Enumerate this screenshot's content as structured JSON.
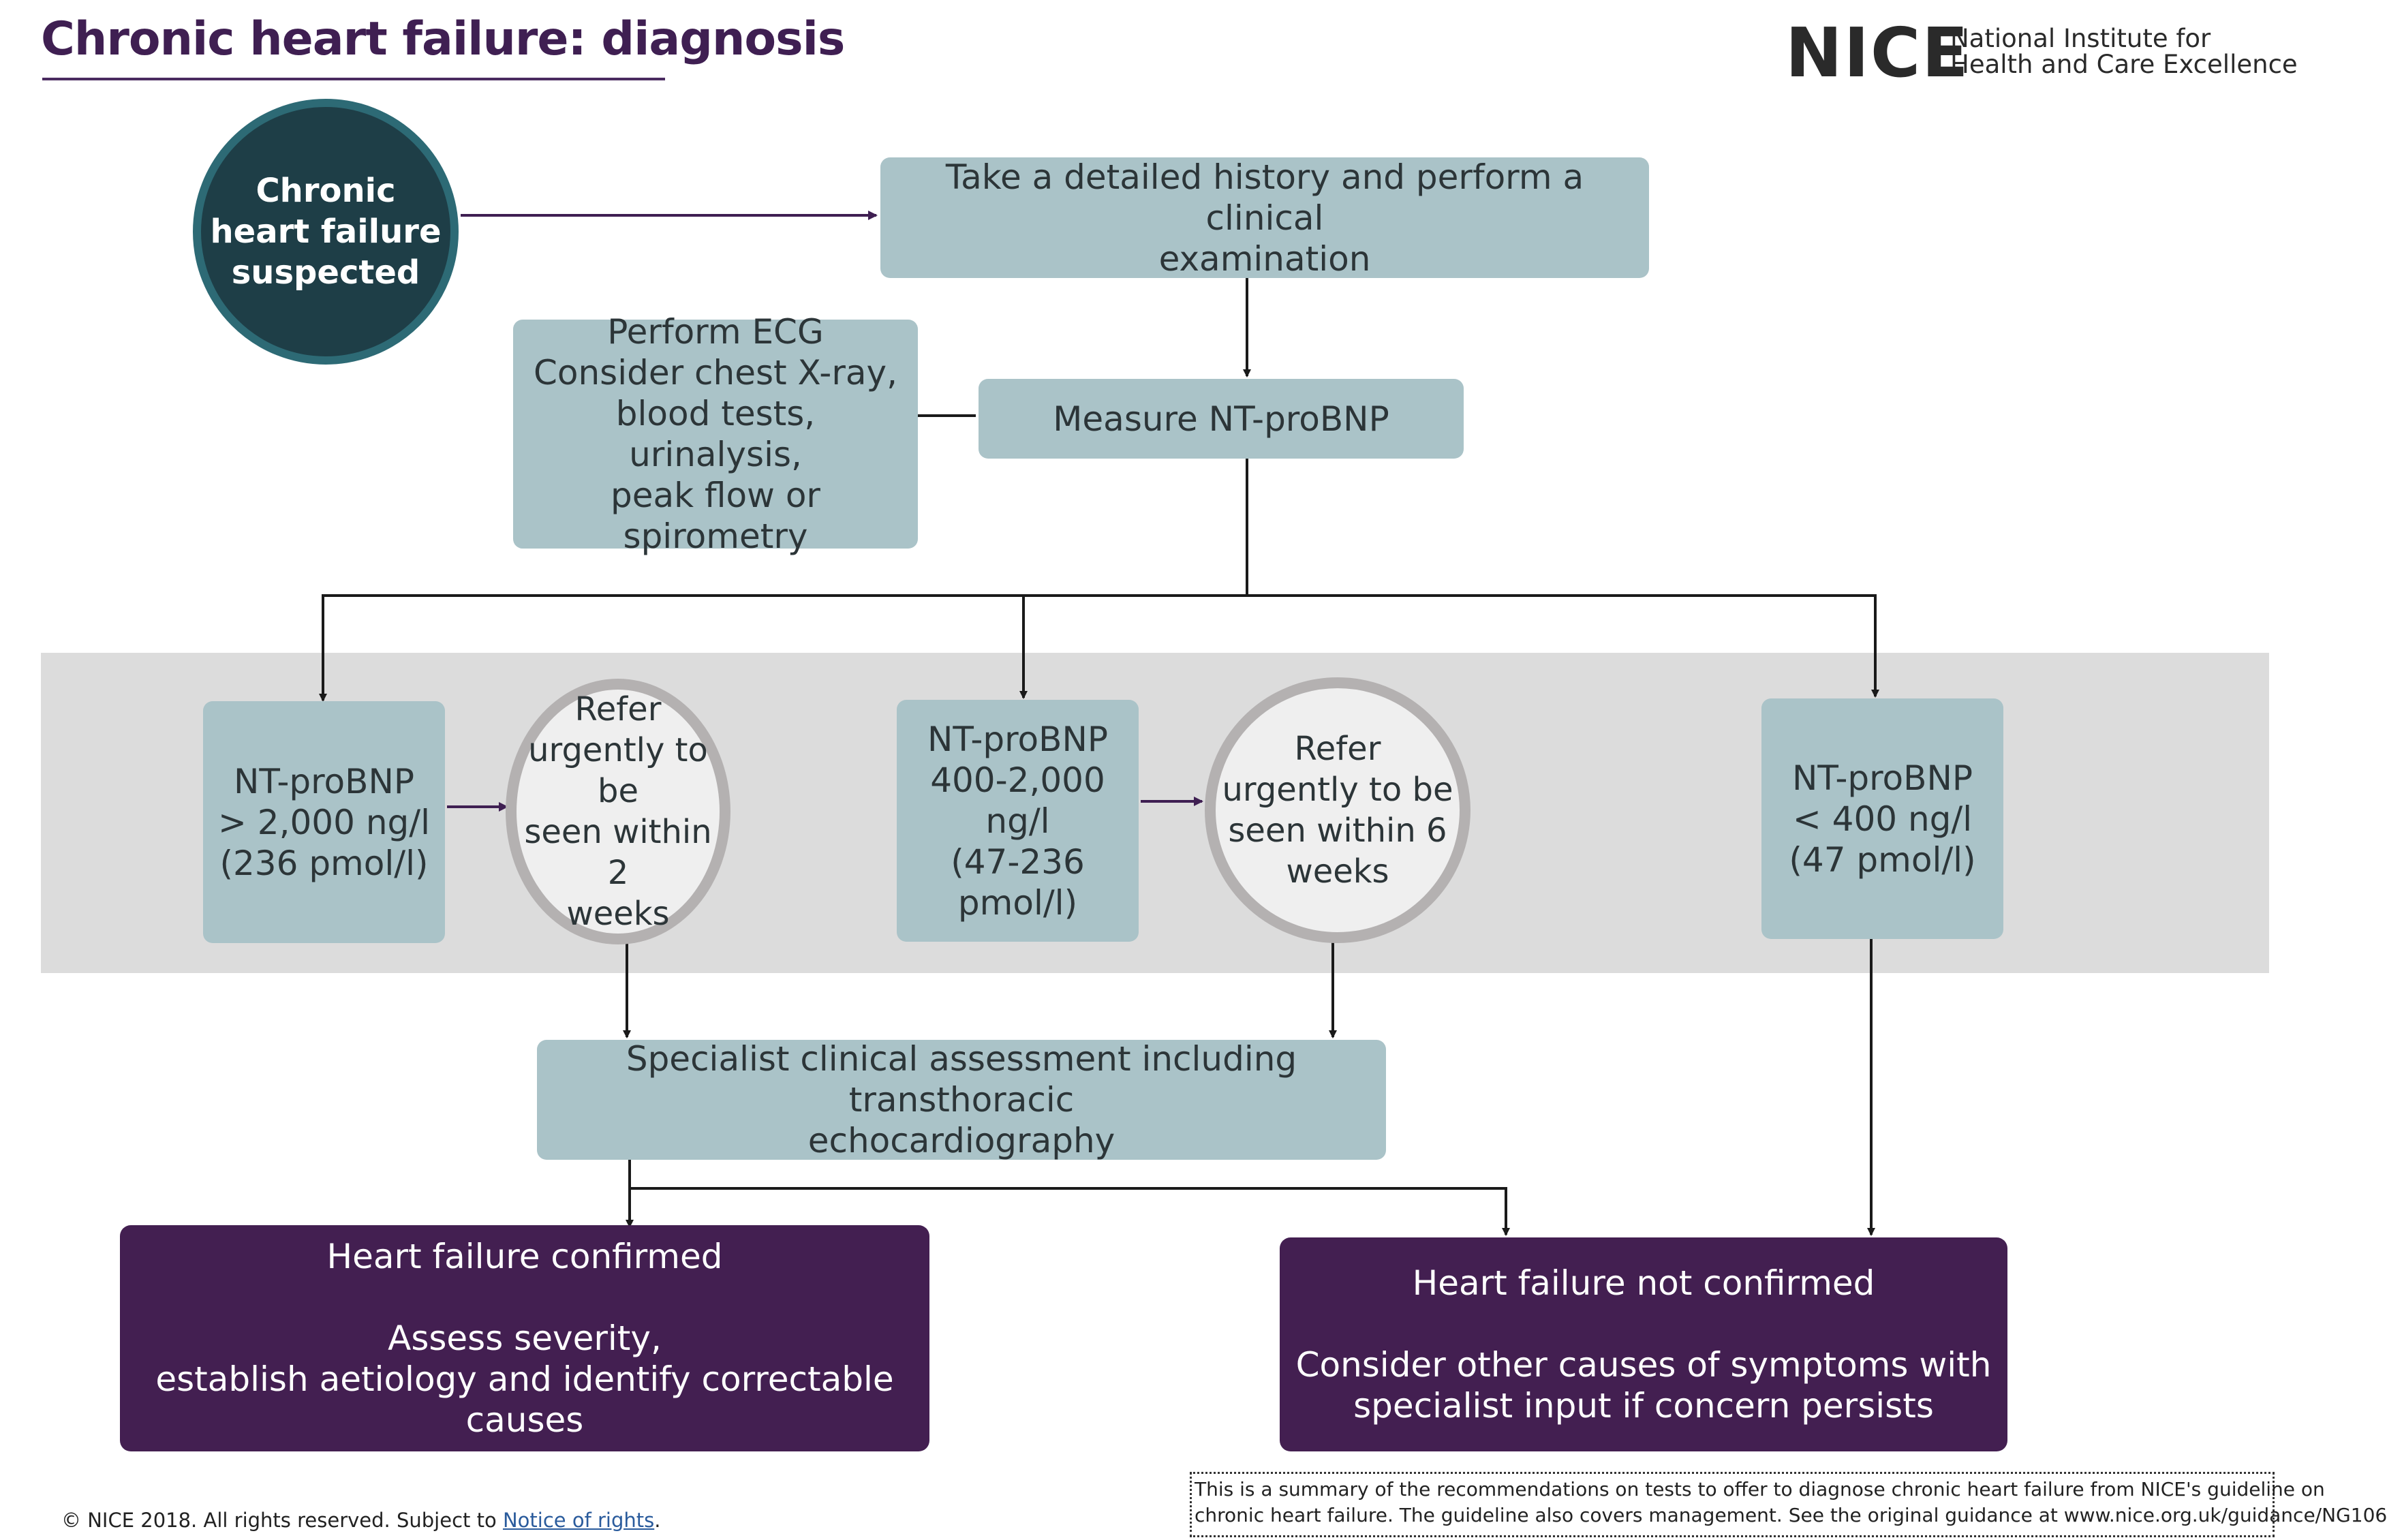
{
  "header": {
    "title": "Chronic heart failure: diagnosis",
    "logo_mark": "NICE",
    "logo_line1": "National Institute for",
    "logo_line2": "Health and Care Excellence"
  },
  "flow": {
    "start": [
      "Chronic",
      "heart failure",
      "suspected"
    ],
    "history": [
      "Take a detailed history and perform a clinical",
      "examination"
    ],
    "ecg": [
      "Perform ECG",
      "Consider chest X-ray,",
      "blood tests, urinalysis,",
      "peak flow or spirometry"
    ],
    "measure": "Measure NT-proBNP",
    "high": [
      "NT-proBNP",
      "> 2,000 ng/l",
      "(236 pmol/l)"
    ],
    "refer2": [
      "Refer",
      "urgently to be",
      "seen within 2",
      "weeks"
    ],
    "mid": [
      "NT-proBNP",
      "400-2,000 ng/l",
      "(47-236 pmol/l)"
    ],
    "refer6": [
      "Refer",
      "urgently to be",
      "seen within 6",
      "weeks"
    ],
    "low": [
      "NT-proBNP",
      "< 400 ng/l",
      "(47 pmol/l)"
    ],
    "specialist": [
      "Specialist clinical assessment including transthoracic",
      "echocardiography"
    ],
    "confirmed": {
      "heading": "Heart failure confirmed",
      "lines": [
        "Assess severity,",
        "establish aetiology and identify correctable causes"
      ]
    },
    "not_confirmed": {
      "heading": "Heart failure not confirmed",
      "lines": [
        "Consider other causes of symptoms with",
        "specialist input if concern persists"
      ]
    }
  },
  "footer": {
    "note_line1": "This is a summary of the recommendations on tests to offer to diagnose chronic heart failure from NICE's guideline on",
    "note_line2": "chronic heart failure. The guideline also covers management. See the original guidance at www.nice.org.uk/guidance/NG106",
    "copyright_prefix": "© NICE 2018. All rights reserved. Subject to ",
    "copyright_link": "Notice of rights",
    "copyright_suffix": "."
  },
  "colors": {
    "title": "#3f1f52",
    "box": "#aac3c8",
    "start_fill": "#1e3e47",
    "start_ring": "#2d6a75",
    "refer_fill": "#efefef",
    "refer_ring": "#b4b1b1",
    "outcome": "#431f51",
    "band": "#dcdcdc",
    "arrow_purple": "#3f1f52",
    "arrow_black": "#1a1a1a"
  }
}
